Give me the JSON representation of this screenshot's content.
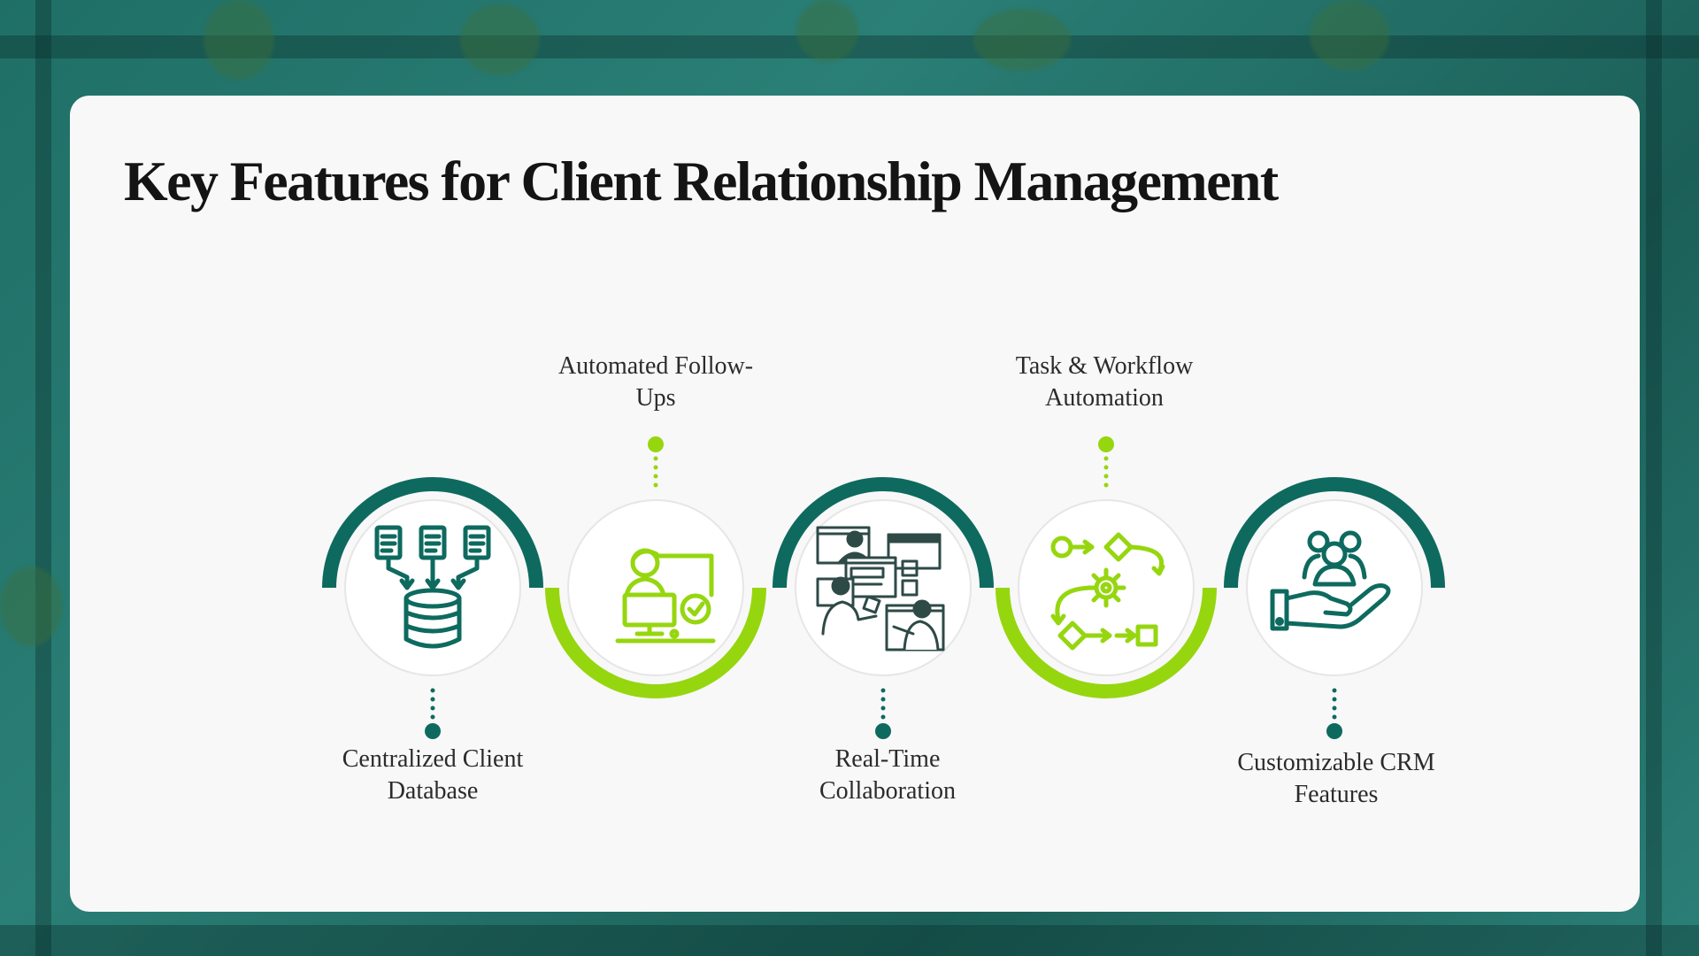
{
  "slide": {
    "title": "Key Features for Client Relationship Management"
  },
  "colors": {
    "dark_teal": "#0e6a5f",
    "lime": "#96d60f",
    "card": "#f8f8f8",
    "text": "#2b2b2b"
  },
  "features": [
    {
      "label_line1": "Centralized Client",
      "label_line2": "Database",
      "icon": "database-icon",
      "accent": "dark-teal",
      "label_side": "bottom"
    },
    {
      "label_line1": "Automated Follow-",
      "label_line2": "Ups",
      "icon": "person-at-computer-icon",
      "accent": "lime",
      "label_side": "top"
    },
    {
      "label_line1": "Real-Time",
      "label_line2": "Collaboration",
      "icon": "collaboration-icon",
      "accent": "dark-teal",
      "label_side": "bottom"
    },
    {
      "label_line1": "Task & Workflow",
      "label_line2": "Automation",
      "icon": "workflow-gear-icon",
      "accent": "lime",
      "label_side": "top"
    },
    {
      "label_line1": "Customizable CRM",
      "label_line2": "Features",
      "icon": "hand-with-people-icon",
      "accent": "dark-teal",
      "label_side": "bottom"
    }
  ]
}
